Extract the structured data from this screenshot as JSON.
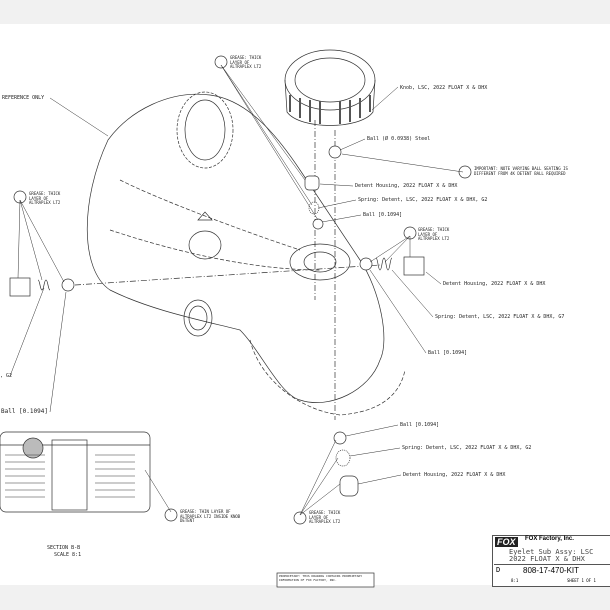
{
  "labels": {
    "reference": "REFERENCE ONLY",
    "knob": "Knob, LSC, 2022 FLOAT X & DHX",
    "ball_steel": "Ball (Ø 0.0938) Steel",
    "important": "IMPORTANT: NOTE VARYING BALL SEATING IS DIFFERENT FROM 4K DETENT BALL REQUIRED",
    "detent_housing_1": "Detent Housing, 2022 FLOAT X & DHX",
    "spring_1": "Spring: Detent, LSC, 2022 FLOAT X & DHX, G2",
    "ball_1": "Ball [0.1094]",
    "detent_housing_2": "Detent Housing, 2022 FLOAT X & DHX",
    "spring_2": "Spring: Detent, LSC, 2022 FLOAT X & DHX, G7",
    "ball_2": "Ball [0.1094]",
    "ball_3": "Ball [0.1094]",
    "spring_3": "Spring: Detent, LSC, 2022 FLOAT X & DHX, G2",
    "detent_housing_3": "Detent Housing, 2022 FLOAT X & DHX",
    "left_spring_fragment": ", G2",
    "left_ball_fragment": "Ball [0.1094]",
    "section": "SECTION B-B",
    "section_scale": "SCALE 8:1"
  },
  "grease_notes": {
    "top": "GREASE: THICK LAYER OF ALTRAPLEX LT2",
    "left": "GREASE: THICK LAYER OF ALTRAPLEX LT2",
    "right": "GREASE: THICK LAYER OF ALTRAPLEX LT2",
    "bottom": "GREASE: THICK LAYER OF ALTRAPLEX LT2",
    "section": "GREASE: THIN LAYER OF ALTRAPLEX LT2 INSIDE KNOB DETENT"
  },
  "notice": "PROPRIETARY: THIS DRAWING CONTAINS PROPRIETARY INFORMATION OF FOX FACTORY, INC.",
  "title_block": {
    "company": "FOX Factory, Inc.",
    "logo": "FOX",
    "title_line1": "Eyelet Sub Assy: LSC",
    "title_line2": "2022 FLOAT X & DHX",
    "size": "D",
    "dwg_no": "808-17-470-KIT",
    "scale": "8:1",
    "sheet": "SHEET 1 OF 1"
  }
}
